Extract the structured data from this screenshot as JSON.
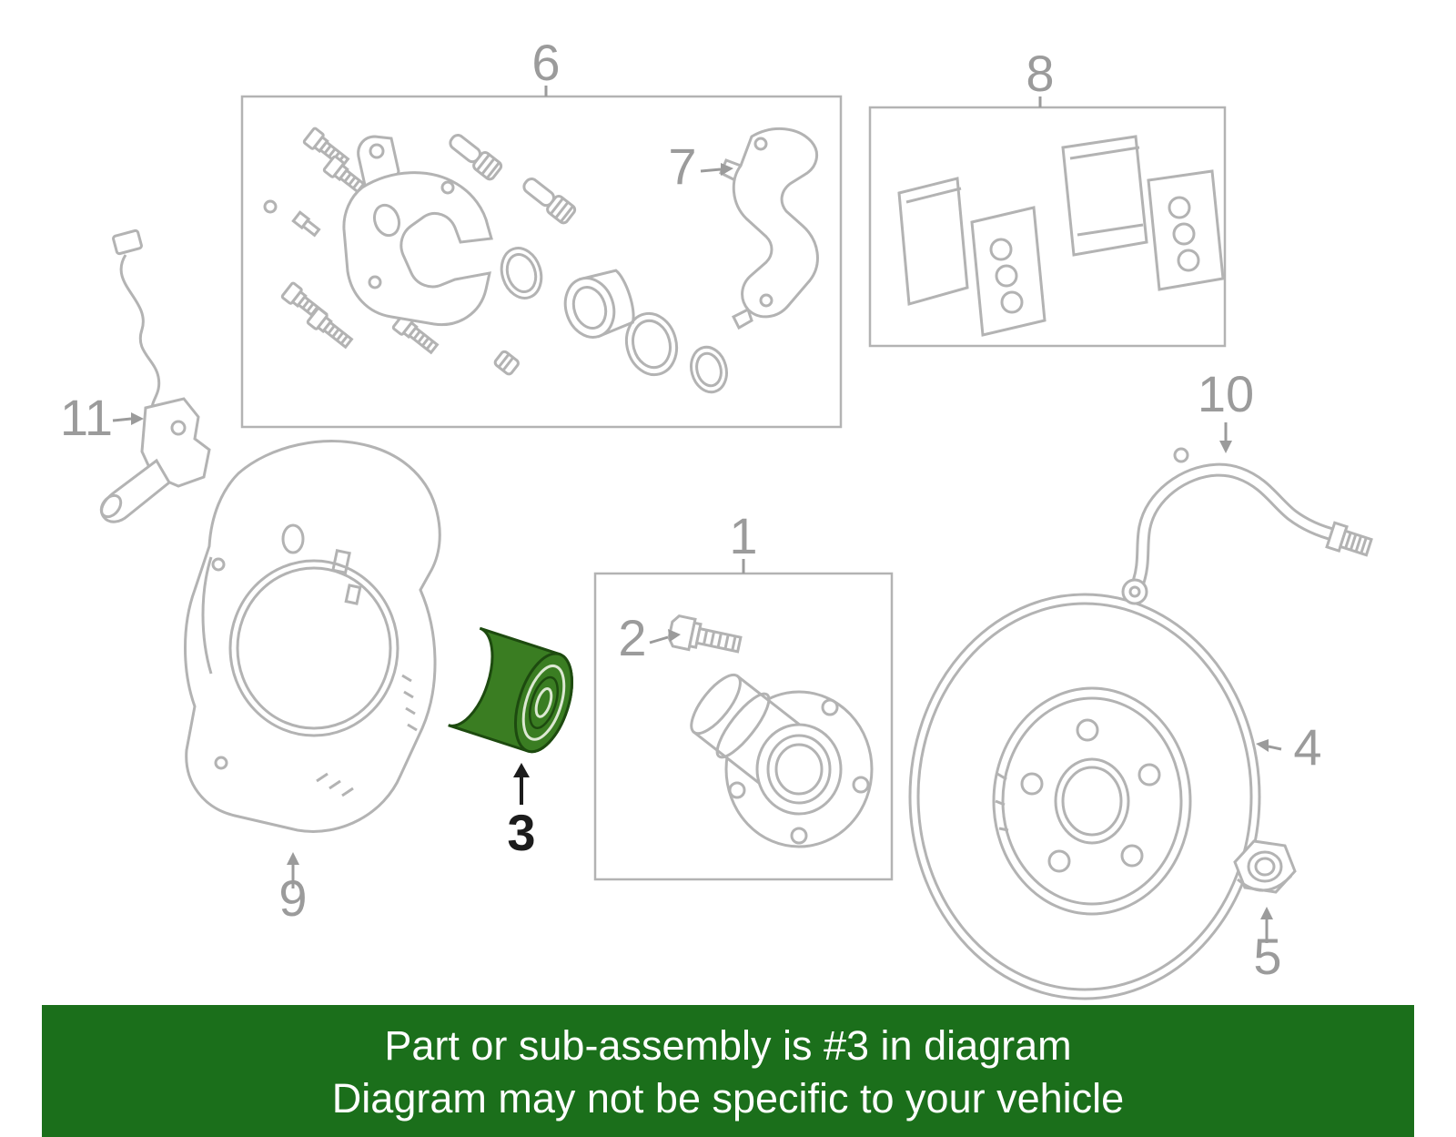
{
  "diagram": {
    "callouts": {
      "c1": "1",
      "c2": "2",
      "c3": "3",
      "c4": "4",
      "c5": "5",
      "c6": "6",
      "c7": "7",
      "c8": "8",
      "c9": "9",
      "c10": "10",
      "c11": "11"
    },
    "highlighted_part_number": "3",
    "colors": {
      "line_art": "#b3b3b3",
      "callout_label": "#9b9b9b",
      "highlight_fill": "#3a7d22",
      "highlight_stroke": "#1d4a0f",
      "highlight_ring": "#dce8d2",
      "banner_background": "#1b6f1b",
      "banner_text": "#ffffff"
    }
  },
  "banner": {
    "line1": "Part or sub-assembly is #3 in diagram",
    "line2": "Diagram may not be specific to your vehicle"
  }
}
